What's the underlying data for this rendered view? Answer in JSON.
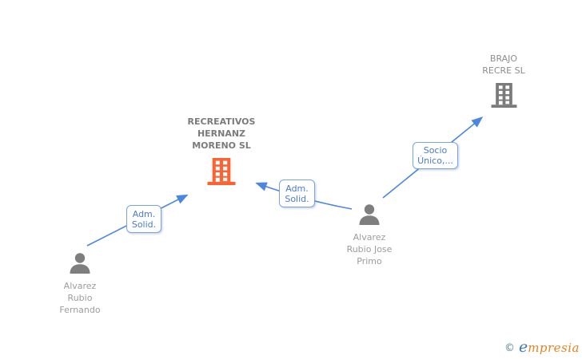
{
  "diagram_type": "corporate-relationship-graph",
  "colors": {
    "edge_blue": "#4a86e2",
    "label_blue": "#4a7bd4",
    "node_orange": "#fb6234",
    "node_gray": "#7a7a7a",
    "company_gray": "#7b7b7b",
    "person_gray": "#9c9c9c",
    "brand_orange": "#e8821e",
    "brand_blue": "#3779b5",
    "copyright_teal": "#527f93"
  },
  "companies": [
    {
      "name": "RECREATIVOS HERNANZ MORENO SL",
      "lines": [
        "RECREATIVOS",
        "HERNANZ",
        "MORENO SL"
      ],
      "highlighted": true
    },
    {
      "name": "BRAJO RECRE SL",
      "lines": [
        "BRAJO",
        "RECRE SL"
      ],
      "highlighted": false
    }
  ],
  "persons": [
    {
      "name": "Alvarez Rubio Fernando",
      "lines": [
        "Alvarez",
        "Rubio",
        "Fernando"
      ]
    },
    {
      "name": "Alvarez Rubio Jose Primo",
      "lines": [
        "Alvarez",
        "Rubio Jose",
        "Primo"
      ]
    }
  ],
  "relationships": [
    {
      "from": "Alvarez Rubio Fernando",
      "to": "RECREATIVOS HERNANZ MORENO SL",
      "label": "Adm. Solid.",
      "label_lines": [
        "Adm.",
        "Solid."
      ]
    },
    {
      "from": "Alvarez Rubio Jose Primo",
      "to": "RECREATIVOS HERNANZ MORENO SL",
      "label": "Adm. Solid.",
      "label_lines": [
        "Adm.",
        "Solid."
      ]
    },
    {
      "from": "Alvarez Rubio Jose Primo",
      "to": "BRAJO RECRE SL",
      "label": "Socio Único,...",
      "label_lines": [
        "Socio",
        "Único,..."
      ]
    }
  ],
  "footer": {
    "copyright": "©",
    "brand_first": "e",
    "brand_rest": "mpresia"
  }
}
